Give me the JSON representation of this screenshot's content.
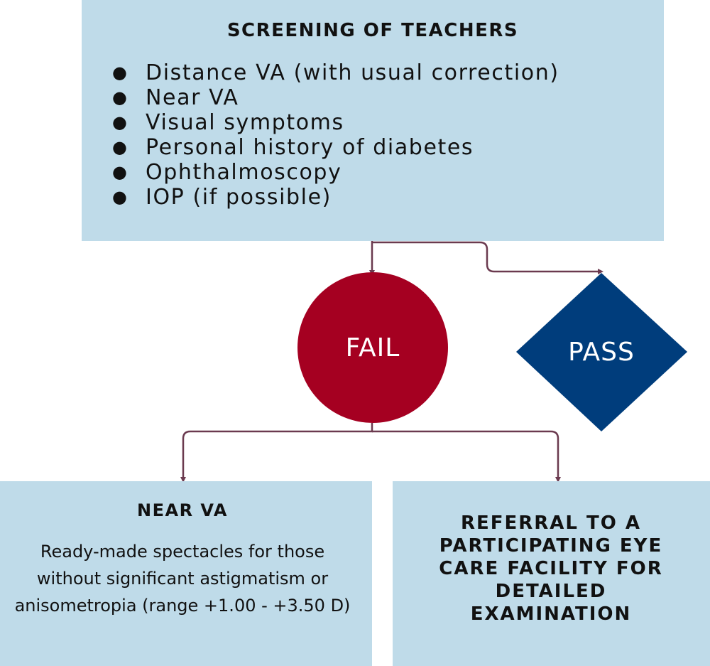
{
  "colors": {
    "box_fill": "#bfdbe9",
    "fail_fill": "#a50021",
    "pass_fill": "#003d7c",
    "connector": "#6b3a4f"
  },
  "screening": {
    "title": "SCREENING OF TEACHERS",
    "items": [
      "Distance VA (with usual correction)",
      "Near VA",
      "Visual symptoms",
      "Personal history of diabetes",
      "Ophthalmoscopy",
      "IOP (if possible)"
    ]
  },
  "fail": {
    "label": "FAIL"
  },
  "pass": {
    "label": "PASS"
  },
  "near_va": {
    "title": "NEAR VA",
    "lines": [
      "Ready-made spectacles for those",
      "without significant astigmatism or",
      "anisometropia (range +1.00 - +3.50 D)"
    ]
  },
  "referral": {
    "lines": [
      "REFERRAL TO A",
      "PARTICIPATING EYE",
      "CARE FACILITY FOR",
      "DETAILED",
      "EXAMINATION"
    ]
  }
}
